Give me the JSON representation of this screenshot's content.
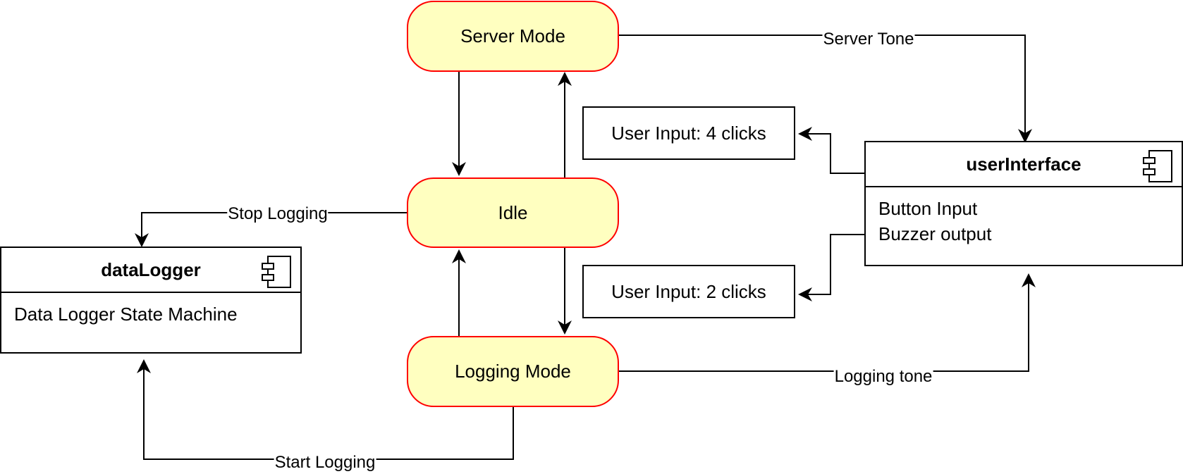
{
  "states": {
    "server_mode": "Server Mode",
    "idle": "Idle",
    "logging_mode": "Logging Mode"
  },
  "inputs": {
    "four_clicks": "User Input: 4 clicks",
    "two_clicks": "User Input: 2 clicks"
  },
  "components": {
    "user_interface": {
      "title": "userInterface",
      "line1": "Button Input",
      "line2": "Buzzer output"
    },
    "data_logger": {
      "title": "dataLogger",
      "line1": "Data Logger State Machine"
    }
  },
  "edge_labels": {
    "server_tone": "Server Tone",
    "stop_logging": "Stop Logging",
    "logging_tone": "Logging tone",
    "start_logging": "Start Logging"
  },
  "colors": {
    "state_fill": "#ffffc0",
    "state_border": "#ff0000",
    "line": "#000000"
  }
}
